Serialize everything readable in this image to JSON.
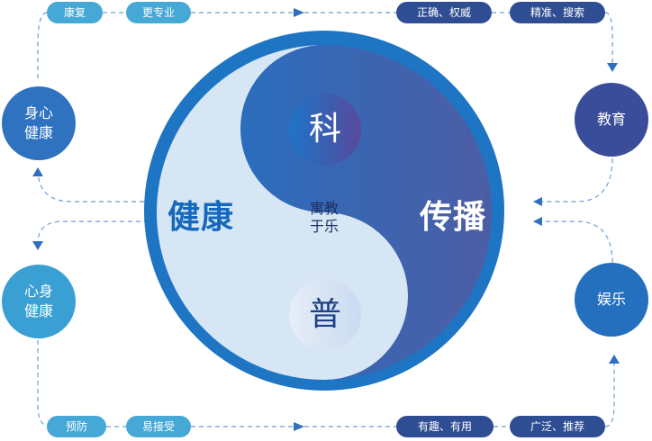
{
  "diagram": {
    "center": {
      "left_label": "健康",
      "right_label": "传播",
      "top_char": "科",
      "bottom_char": "普",
      "middle_line1": "寓教",
      "middle_line2": "于乐"
    },
    "nodes": {
      "top_left_line1": "身心",
      "top_left_line2": "健康",
      "bottom_left_line1": "心身",
      "bottom_left_line2": "健康",
      "top_right": "教育",
      "bottom_right": "娱乐"
    },
    "pills": {
      "top": [
        "康复",
        "更专业",
        "正确、权威",
        "精准、搜索"
      ],
      "bottom": [
        "预防",
        "易接受",
        "有趣、有用",
        "广泛、推荐"
      ]
    },
    "colors": {
      "light_blue": "#45a8d6",
      "dark_blue": "#2f4d93",
      "yin_light": "#d6e6f5",
      "yang_dark": "#2e6fbf",
      "ring_blue": "#1e75c3",
      "connector": "#6f9ed4"
    }
  }
}
